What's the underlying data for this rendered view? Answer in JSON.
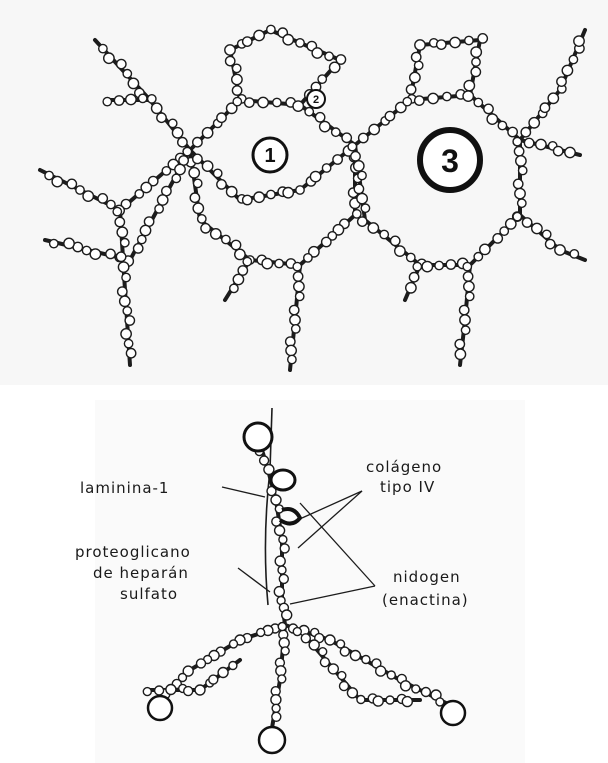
{
  "network": {
    "markers": [
      "1",
      "2",
      "3"
    ]
  },
  "molecule": {
    "labels": {
      "laminin": "laminina-1",
      "collagen_line1": "colágeno",
      "collagen_line2": "tipo IV",
      "proteoglycan_line1": "proteoglicano",
      "proteoglycan_line2": "de heparán",
      "proteoglycan_line3": "sulfato",
      "nidogen_line1": "nidogen",
      "nidogen_line2": "(enactina)"
    }
  }
}
